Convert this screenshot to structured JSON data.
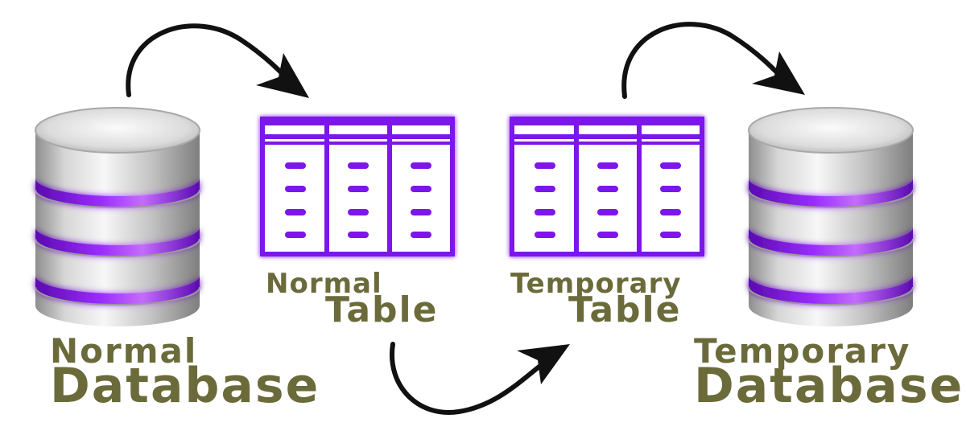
{
  "colors": {
    "label": "#6b6a3a",
    "accent": "#7b12ea",
    "glow": "#c67cff",
    "cylinder_light": "#f4f4f4",
    "cylinder_dark": "#9a9a9a",
    "arrow": "#111111"
  },
  "normal_database": {
    "line1": "Normal",
    "line2": "Database",
    "icon": "database-icon"
  },
  "normal_table": {
    "line1": "Normal",
    "line2": "Table",
    "icon": "table-icon"
  },
  "temporary_table": {
    "line1": "Temporary",
    "line2": "Table",
    "icon": "table-icon"
  },
  "temporary_database": {
    "line1": "Temporary",
    "line2": "Database",
    "icon": "database-icon"
  },
  "arrows": [
    "curved-arrow-icon",
    "curved-arrow-icon",
    "curved-arrow-icon"
  ]
}
